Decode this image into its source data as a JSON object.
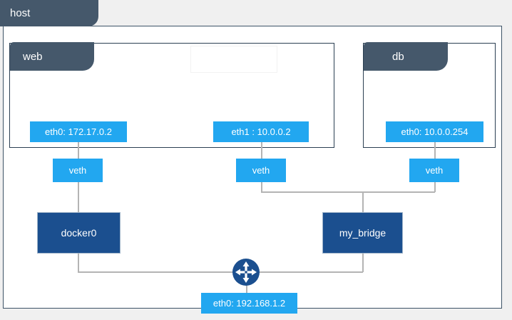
{
  "diagram": {
    "type": "network-topology",
    "host": {
      "label": "host"
    },
    "containers": [
      {
        "name": "web",
        "label": "web",
        "interfaces": [
          {
            "name": "eth0",
            "label": "eth0: 172.17.0.2",
            "address": "172.17.0.2"
          },
          {
            "name": "eth1",
            "label": "eth1 : 10.0.0.2",
            "address": "10.0.0.2"
          }
        ]
      },
      {
        "name": "db",
        "label": "db",
        "interfaces": [
          {
            "name": "eth0",
            "label": "eth0: 10.0.0.254",
            "address": "10.0.0.254"
          }
        ]
      }
    ],
    "veths": [
      {
        "label": "veth",
        "id": "veth-web-eth0"
      },
      {
        "label": "veth",
        "id": "veth-web-eth1"
      },
      {
        "label": "veth",
        "id": "veth-db-eth0"
      }
    ],
    "bridges": [
      {
        "label": "docker0",
        "id": "docker0"
      },
      {
        "label": "my_bridge",
        "id": "my_bridge"
      }
    ],
    "router": {
      "icon": "router-icon",
      "label": ""
    },
    "host_interface": {
      "name": "eth0",
      "label": "eth0: 192.168.1.2",
      "address": "192.168.1.2"
    }
  },
  "colors": {
    "tab": "#45586b",
    "container_border": "#2b3f52",
    "interface": "#22a7f0",
    "bridge": "#1b4f8f",
    "line": "#b4b4b4",
    "page_background": "#f0f0f0"
  }
}
